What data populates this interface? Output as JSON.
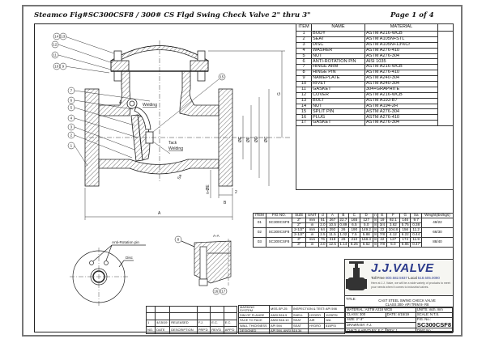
{
  "header": {
    "title": "Steamco Fig#SC300CSF8 / 300# CS Flgd Swing Check Valve 2\" thru  3\"",
    "page": "Page 1 of 4"
  },
  "parts_table": {
    "columns": [
      "ITEM",
      "NAME",
      "MATERIAL"
    ],
    "rows": [
      [
        "1",
        "BODY",
        "ASTM A216-WCB"
      ],
      [
        "2",
        "SEAT",
        "ASTM A105N+STL"
      ],
      [
        "3",
        "DISC",
        "ASTM A105N+13%Cr"
      ],
      [
        "4",
        "WASHER",
        "ASTM A276-410"
      ],
      [
        "5",
        "NUT",
        "ASTM A276-304"
      ],
      [
        "6",
        "ANTI-ROTATION PIN",
        "AISI 1035"
      ],
      [
        "7",
        "HINGE ARM",
        "ASTM A216-WCB"
      ],
      [
        "8",
        "HINGE PIN",
        "ASTM A276-410"
      ],
      [
        "9",
        "NAMEPLATE",
        "ASTM A240-304"
      ],
      [
        "10",
        "RIVET",
        "ASTM A240-304"
      ],
      [
        "11",
        "GASKET",
        "304+GRAPHITE"
      ],
      [
        "12",
        "COVER",
        "ASTM A216-WCB"
      ],
      [
        "13",
        "BOLT",
        "ASTM A193-B7"
      ],
      [
        "14",
        "NUT",
        "ASTM A194-2H"
      ],
      [
        "15",
        "SPLIT PIN",
        "ASTM A276-304"
      ],
      [
        "16",
        "PLUG",
        "ASTM A276-410"
      ],
      [
        "17",
        "GASKET",
        "ASTM A276-304"
      ]
    ]
  },
  "dimension_table": {
    "columns": [
      "ITEM",
      "FIG NO.",
      "SIZE",
      "UNIT",
      "d",
      "A",
      "B",
      "C",
      "D",
      "n",
      "E",
      "F",
      "G",
      "Sa",
      "Weight(lbs/kgs)"
    ],
    "groups": [
      {
        "item": "01",
        "fig": "SC300CSF8",
        "weight": "49/22",
        "rows": [
          [
            "2\"",
            "mm",
            "51",
            "267",
            "22.7",
            "165",
            "127",
            "8",
            "19",
            "92.1",
            "146",
            "9.7"
          ],
          [
            "2\"",
            "in",
            "2.0",
            "10.5",
            "0.89",
            "6.5",
            "5.0",
            "8",
            "3/4",
            "3.62",
            "5.75",
            "0.38"
          ]
        ]
      },
      {
        "item": "02",
        "fig": "SC300CSF8",
        "weight": "66/30",
        "rows": [
          [
            "2-1/2\"",
            "mm",
            "64",
            "292",
            "26",
            "190",
            "149.2",
            "8",
            "22",
            "104.8",
            "156",
            "11.2"
          ],
          [
            "2-1/2\"",
            "in",
            "2.5",
            "11.5",
            "1.02",
            "7.5",
            "5.88",
            "8",
            "7/8",
            "4.12",
            "6.22",
            "0.44"
          ]
        ]
      },
      {
        "item": "03",
        "fig": "SC300CSF8",
        "weight": "88/40",
        "rows": [
          [
            "3\"",
            "mm",
            "76",
            "318",
            "29",
            "210",
            "168.3",
            "8",
            "22",
            "127",
            "174",
            "11.9"
          ],
          [
            "3\"",
            "in",
            "3.0",
            "12.5",
            "1.14",
            "8.25",
            "6.62",
            "8",
            "7/8",
            "5.0",
            "6.85",
            "0.47"
          ]
        ]
      }
    ]
  },
  "drawing": {
    "balloons": [
      "14",
      "13",
      "12",
      "11",
      "10",
      "9",
      "7",
      "6",
      "5",
      "4",
      "3",
      "2",
      "1",
      "15",
      "8",
      "16",
      "17"
    ],
    "labels": {
      "welding": "Welding",
      "tack_welding_1": "Tack",
      "tack_welding_2": "Welding",
      "section_a": "A",
      "dim_a": "A",
      "dim_b": "B",
      "dim_2": "2",
      "dim_g": "G",
      "dim_e": "ØE",
      "dim_f": "ØF",
      "dim_d": "ØD",
      "dim_c": "ØC",
      "dim_n": "n-ØE",
      "dim_sa": "Sa",
      "section_view": "A-A",
      "anti_rotation_pin": "Anti-Rotation pin",
      "disc": "Disc"
    }
  },
  "spec_table": {
    "rows": [
      [
        "MARKING SYSTEM",
        "MSS-SP-25",
        "INSPECTION & TEST: API 598"
      ],
      [
        "DIM.OF FLANGE",
        "ANSI B16.5",
        "SHELL",
        "HYDRO",
        "1125PSI"
      ],
      [
        "FACE TO FACE",
        "ANSI B16.10",
        "SEAT",
        "AIR",
        "N/A"
      ],
      [
        "WALL THICKNESS",
        "API 594",
        "SEAT",
        "HYDRO",
        "815PSI"
      ],
      [
        "DESIGNED",
        "API 594, ANSI B16.34",
        ""
      ]
    ]
  },
  "revision_table": {
    "columns": [
      "NO.",
      "DATE",
      "DESCRIPTION",
      "PRP'D",
      "REV'D",
      "APP'D"
    ],
    "rows": [
      [
        "1",
        "4/15/19",
        "RELEASED",
        "F.J.",
        "E.C.",
        "E.C."
      ]
    ]
  },
  "title_block": {
    "logo": {
      "name": "J.J.VALVE",
      "toll_free_label": "Toll Free",
      "toll_free": "800.582.5937",
      "local_label": "Local",
      "local": "518.605.0090",
      "tagline": "Here at J.J. Valve, we will be a wide variety of products to meet your needs when it comes to industrial valves."
    },
    "title_label": "TITLE:",
    "title_line1": "CAST STEEL SWING CHECK VALVE",
    "title_line2": "CLASS 300- API TRIM 8- R8",
    "material": "MATERIAL:  ASTM A216 WCB",
    "units": "UNITS:   inch, mm",
    "class": "CLASS:     300",
    "date": "DATE:    4/15/19",
    "scale": "SCALE:     N.T.S.",
    "size": "SIZE:   2\"-3\"",
    "fig_label": "FIG. No.:",
    "fig_no": "SC300CSF8",
    "drawn_by": "DRAWN BY:    F.J.",
    "checked": "CHK'D & APV'D BY:   E.C.",
    "rev": "REV:  1",
    "dwg_no": "DWG No.:"
  },
  "colors": {
    "logo_blue": "#2b3a8c",
    "frame": "#777777",
    "ink": "#222222"
  }
}
